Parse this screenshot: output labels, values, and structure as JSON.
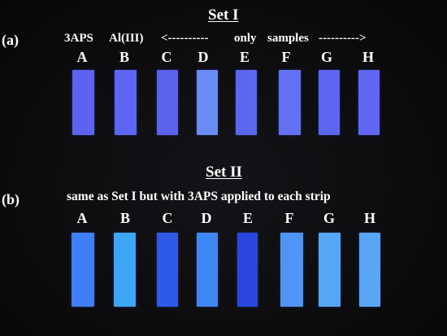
{
  "set1": {
    "title": "Set I",
    "panel_label": "(a)",
    "label_3aps": "3APS",
    "label_al": "Al(III)",
    "arrow_left": "<----------",
    "word_only": "only",
    "word_samples": "samples",
    "arrow_right": "---------->",
    "letters": [
      "A",
      "B",
      "C",
      "D",
      "E",
      "F",
      "G",
      "H"
    ],
    "strip_colors": [
      "#5d62f0",
      "#5c66f2",
      "#5b63ee",
      "#6a8cf3",
      "#5d66ef",
      "#6471f2",
      "#5d66f2",
      "#6166f3"
    ]
  },
  "set2": {
    "title": "Set II",
    "panel_label": "(b)",
    "subtitle": "same as Set I but with 3APS applied to each strip",
    "letters": [
      "A",
      "B",
      "C",
      "D",
      "E",
      "F",
      "G",
      "H"
    ],
    "strip_colors": [
      "#3f7ef5",
      "#3fa6f6",
      "#2f5ae8",
      "#3f87f2",
      "#2a46df",
      "#4f95f5",
      "#56a6f6",
      "#5aa6f6"
    ]
  }
}
